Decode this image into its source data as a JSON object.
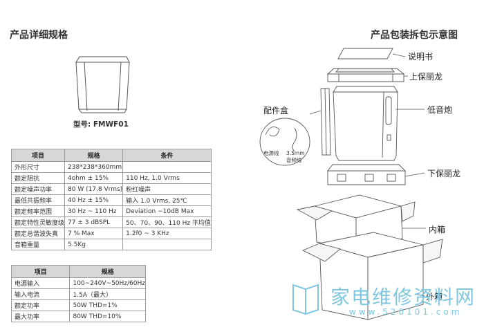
{
  "left_title": "产品详细规格",
  "right_title": "产品包装拆包示意图",
  "model_label": "型号: FMWF01",
  "spec_table": {
    "headers": [
      "项目",
      "规格",
      "条件"
    ],
    "rows": [
      [
        "外形尺寸",
        "238*238*360mm",
        ""
      ],
      [
        "额定阻抗",
        "4ohm ± 15%",
        "110 Hz, 1.0 Vrms"
      ],
      [
        "额定噪声功率",
        "80 W (17.8 Vrms)",
        "粉红噪声"
      ],
      [
        "最低共振频率",
        "40 Hz ± 15%",
        "输入 1.0 Vrms, 25℃"
      ],
      [
        "额定频率范围",
        "30 Hz ~ 110 Hz",
        "Deviation −10dB Max"
      ],
      [
        "额定特性灵敏度级",
        "77 ± 3 dBSPL",
        "50、70、90、110 Hz 平均值"
      ],
      [
        "额定总谐波失真",
        "7 % Max",
        "1.2f0 ~ 3 KHz"
      ],
      [
        "音箱重量",
        "5.5Kg",
        ""
      ]
    ]
  },
  "power_table": {
    "headers": [
      "项目",
      "规格"
    ],
    "rows": [
      [
        "电源输入",
        "100~240V~50Hz/60Hz"
      ],
      [
        "输入电流",
        "1.5A（最大）"
      ],
      [
        "额定功率",
        "50W THD=1%"
      ],
      [
        "最大功率",
        "80W THD=10%"
      ]
    ]
  },
  "diagram": {
    "labels": {
      "manual": "说明书",
      "top_foam": "上保丽龙",
      "subwoofer": "低音炮",
      "accessory_box": "配件盒",
      "bottom_foam": "下保丽龙",
      "inner_box": "内箱",
      "outer_box": "外箱"
    },
    "accessory_items": {
      "power_cord": "电源线",
      "audio_cable_size": "3.5mm",
      "audio_cable": "音频线"
    }
  },
  "watermark": {
    "text": "家电维修资料网",
    "url": "www.520101.com",
    "color": "#7fc7e0"
  }
}
